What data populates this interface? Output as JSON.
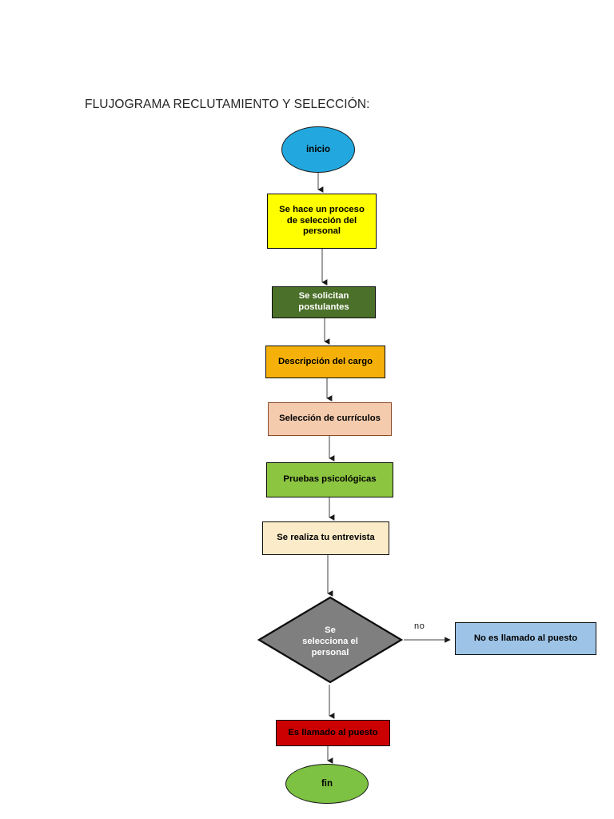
{
  "page": {
    "title": "FLUJOGRAMA RECLUTAMIENTO Y SELECCIÓN:",
    "background_color": "#FFFFFF"
  },
  "diagram": {
    "type": "flowchart",
    "orientation": "top-to-bottom",
    "nodes": [
      {
        "id": "inicio",
        "shape": "terminator-oval",
        "label": "inicio",
        "fill": "#22A8DF",
        "border": "#1A1A1A",
        "text_color": "#000000"
      },
      {
        "id": "proceso-seleccion",
        "shape": "process-rect",
        "label": "Se hace un proceso\nde selección del\npersonal",
        "fill": "#FFFF00",
        "border": "#0D0D0D",
        "text_color": "#000000"
      },
      {
        "id": "solicitan-postulantes",
        "shape": "process-rect",
        "label": "Se solicitan\npostulantes",
        "fill": "#4B7029",
        "border": "#0D0D0D",
        "text_color": "#FFFFFF"
      },
      {
        "id": "descripcion-cargo",
        "shape": "process-rect",
        "label": "Descripción del cargo",
        "fill": "#F5B10A",
        "border": "#0D0D0D",
        "text_color": "#000000"
      },
      {
        "id": "seleccion-curriculos",
        "shape": "process-rect",
        "label": "Selección de currículos",
        "fill": "#F5CBAE",
        "border": "#8A4B2A",
        "text_color": "#000000"
      },
      {
        "id": "pruebas-psicologicas",
        "shape": "process-rect",
        "label": "Pruebas psicológicas",
        "fill": "#8CC540",
        "border": "#0D0D0D",
        "text_color": "#000000"
      },
      {
        "id": "entrevista",
        "shape": "process-rect",
        "label": "Se realiza tu entrevista",
        "fill": "#FCEBC8",
        "border": "#0D0D0D",
        "text_color": "#000000"
      },
      {
        "id": "decision",
        "shape": "decision-diamond",
        "label": "Se\nselecciona el\npersonal",
        "fill": "#7F7F7F",
        "border": "#0D0D0D",
        "text_color": "#FFFFFF"
      },
      {
        "id": "no-llamado",
        "shape": "process-rect",
        "label": "No es llamado al puesto",
        "fill": "#9DC3E6",
        "border": "#0D0D0D",
        "text_color": "#000000"
      },
      {
        "id": "es-llamado",
        "shape": "process-rect",
        "label": "Es llamado al puesto",
        "fill": "#CC0000",
        "border": "#0D0D0D",
        "text_color": "#000000"
      },
      {
        "id": "fin",
        "shape": "terminator-oval",
        "label": "fin",
        "fill": "#7DC242",
        "border": "#1A1A1A",
        "text_color": "#000000"
      }
    ],
    "edges": [
      {
        "from": "inicio",
        "to": "proceso-seleccion",
        "label": ""
      },
      {
        "from": "proceso-seleccion",
        "to": "solicitan-postulantes",
        "label": ""
      },
      {
        "from": "solicitan-postulantes",
        "to": "descripcion-cargo",
        "label": ""
      },
      {
        "from": "descripcion-cargo",
        "to": "seleccion-curriculos",
        "label": ""
      },
      {
        "from": "seleccion-curriculos",
        "to": "pruebas-psicologicas",
        "label": ""
      },
      {
        "from": "pruebas-psicologicas",
        "to": "entrevista",
        "label": ""
      },
      {
        "from": "entrevista",
        "to": "decision",
        "label": ""
      },
      {
        "from": "decision",
        "to": "no-llamado",
        "label": "no"
      },
      {
        "from": "decision",
        "to": "es-llamado",
        "label": ""
      },
      {
        "from": "es-llamado",
        "to": "fin",
        "label": ""
      }
    ],
    "edge_labels": {
      "no": "no"
    },
    "connector_color": "#808080",
    "arrowhead_color": "#1A1A1A"
  }
}
